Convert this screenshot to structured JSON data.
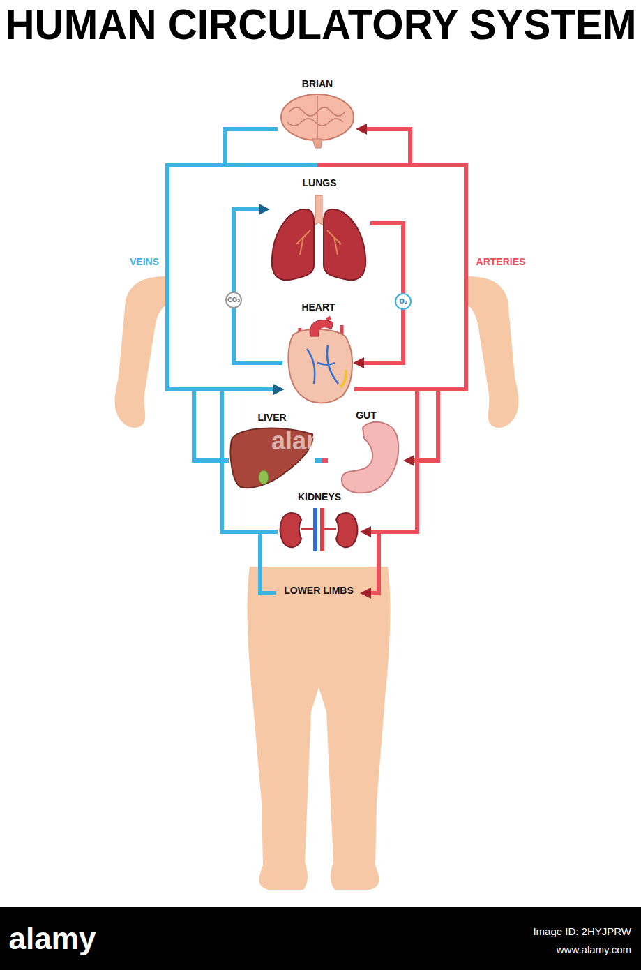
{
  "diagram": {
    "title": "HUMAN CIRCULATORY SYSTEM",
    "nodes": [
      {
        "text": [
          "BRIAN"
        ]
      },
      {
        "text": [
          "LUNGS"
        ]
      },
      {
        "text": [
          "HEART"
        ]
      },
      {
        "text": [
          "LIVER"
        ]
      },
      {
        "text": [
          "GUT"
        ]
      },
      {
        "text": [
          "KIDNEYS"
        ]
      },
      {
        "text": [
          "LOWER LIMBS"
        ]
      }
    ],
    "edges": [
      {
        "from": 2,
        "to": 0,
        "arrow": "to"
      },
      {
        "from": 0,
        "to": 2,
        "arrow": "to"
      },
      {
        "from": 2,
        "to": 1,
        "arrow": "to"
      },
      {
        "from": 1,
        "to": 2,
        "arrow": "to"
      },
      {
        "from": 2,
        "to": 4,
        "arrow": "to"
      },
      {
        "from": 4,
        "to": 3,
        "arrow": "none"
      },
      {
        "from": 3,
        "to": 2,
        "arrow": "to"
      },
      {
        "from": 2,
        "to": 5,
        "arrow": "to"
      },
      {
        "from": 5,
        "to": 2,
        "arrow": "to"
      },
      {
        "from": 2,
        "to": 6,
        "arrow": "to"
      },
      {
        "from": 6,
        "to": 2,
        "arrow": "to"
      }
    ],
    "labels": [
      "VEINS",
      "ARTERIES",
      "CO₂",
      "O₂",
      "alamy",
      "alamy",
      "Image ID: 2HYJPRW",
      "www.alamy.com"
    ]
  }
}
